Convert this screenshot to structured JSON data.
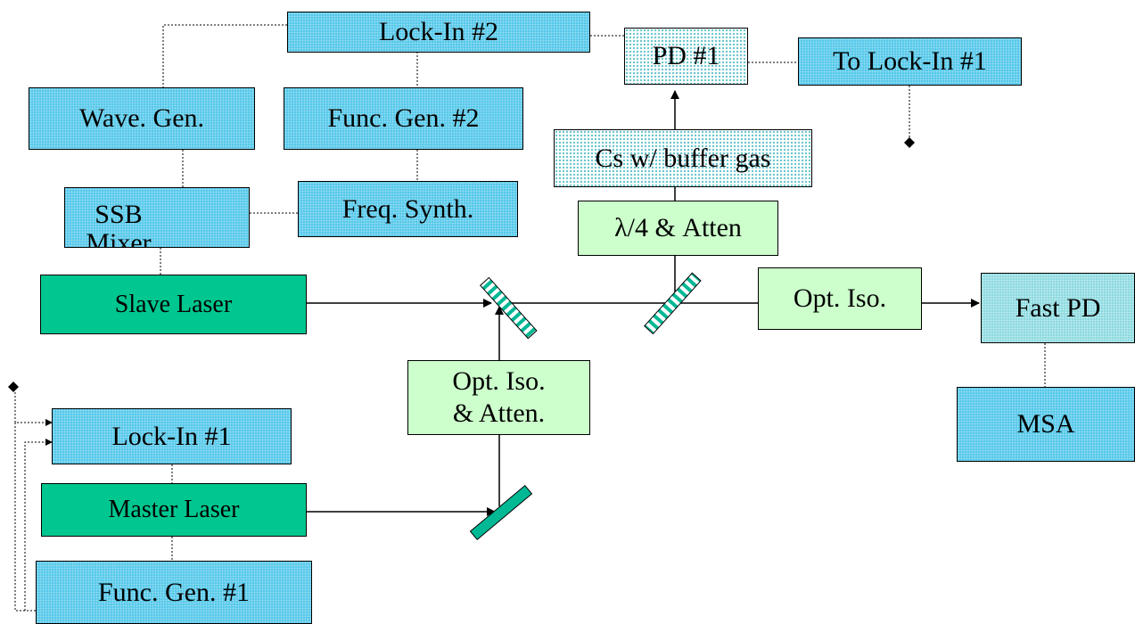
{
  "diagram": {
    "blocks": {
      "lock_in_2": "Lock-In #2",
      "pd_1": "PD #1",
      "to_lock_in_1": "To Lock-In #1",
      "wave_gen": "Wave. Gen.",
      "func_gen_2": "Func. Gen. #2",
      "cs_cell": "Cs w/ buffer gas",
      "ssb_mixer": "SSB Mixer",
      "freq_synth": "Freq. Synth.",
      "quarter_wave_atten": "λ/4 & Atten",
      "slave_laser": "Slave Laser",
      "opt_iso": "Opt. Iso.",
      "fast_pd": "Fast PD",
      "opt_iso_atten_line1": "Opt. Iso.",
      "opt_iso_atten_line2": "& Atten.",
      "msa": "MSA",
      "lock_in_1": "Lock-In #1",
      "master_laser": "Master Laser",
      "func_gen_1": "Func. Gen. #1"
    },
    "colors": {
      "instrument": "#47c4e8",
      "laser": "#00c78f",
      "optic": "#ccffcc",
      "mirror": "#00b894",
      "detector_pattern": "#66c6cc"
    }
  }
}
